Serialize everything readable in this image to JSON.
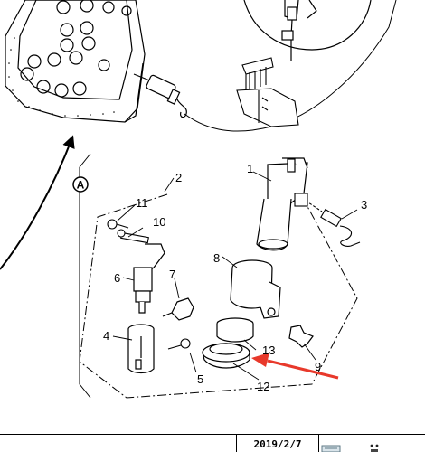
{
  "marker_label": "A",
  "callouts": [
    {
      "id": "1",
      "text": "1"
    },
    {
      "id": "2",
      "text": "2"
    },
    {
      "id": "3",
      "text": "3"
    },
    {
      "id": "4",
      "text": "4"
    },
    {
      "id": "5",
      "text": "5"
    },
    {
      "id": "6",
      "text": "6"
    },
    {
      "id": "7",
      "text": "7"
    },
    {
      "id": "8",
      "text": "8"
    },
    {
      "id": "9",
      "text": "9"
    },
    {
      "id": "10",
      "text": "10"
    },
    {
      "id": "11",
      "text": "11"
    },
    {
      "id": "12",
      "text": "12"
    },
    {
      "id": "13",
      "text": "13"
    }
  ],
  "footer": {
    "date": "2019/2/7",
    "icon": "document-icon"
  },
  "colors": {
    "line": "#000000",
    "highlight_arrow": "#e8392b",
    "part_fill": "#ffffff"
  }
}
